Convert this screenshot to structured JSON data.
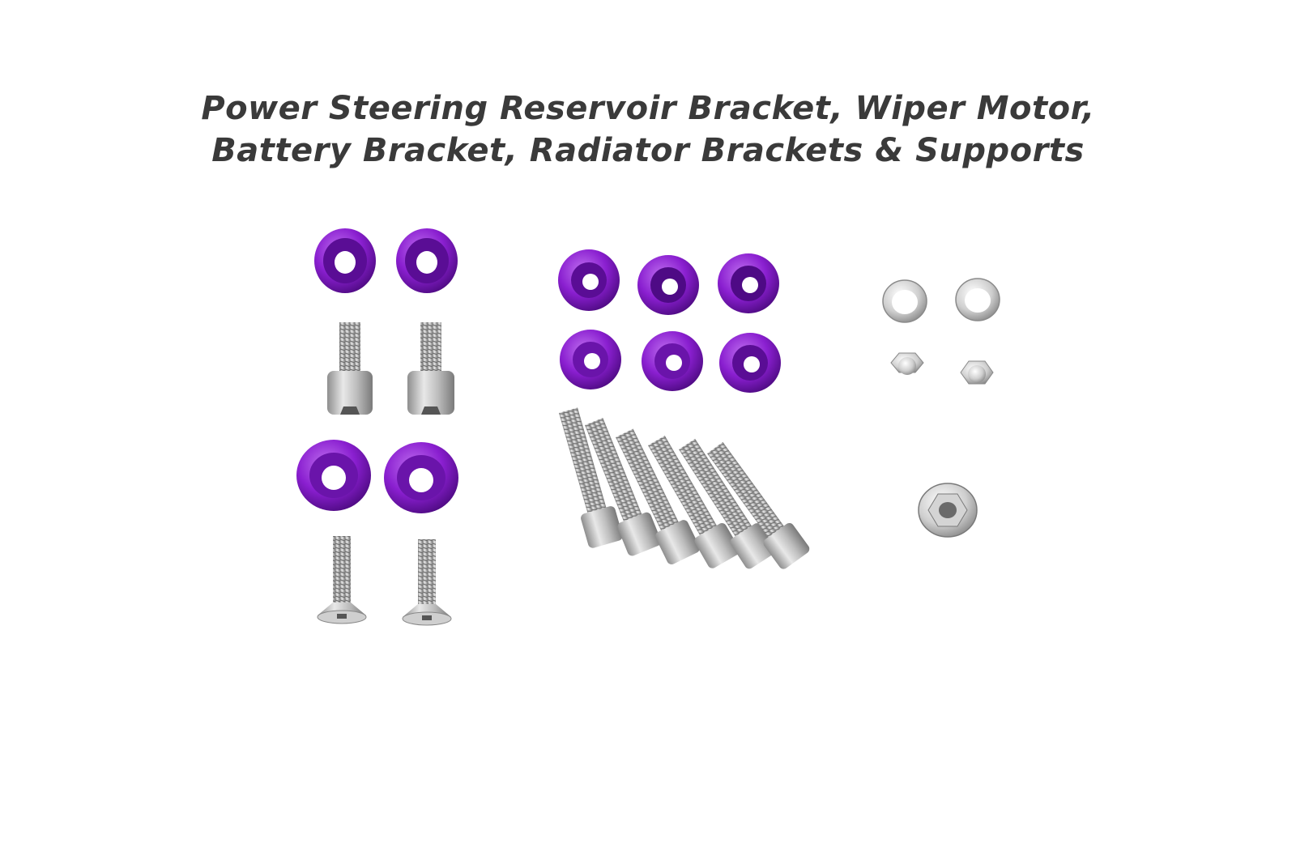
{
  "title": {
    "line1": "Power Steering Reservoir Bracket, Wiper Motor,",
    "line2": "Battery Bracket, Radiator Brackets & Supports"
  },
  "colors": {
    "background": "#ffffff",
    "title_text": "#3a3a3a",
    "anodized_purple": "#8a1fd0",
    "stainless": "#c9c9c9",
    "zinc": "#d8d8d8"
  },
  "parts": {
    "left_group": [
      "cup-washer",
      "cup-washer",
      "socket-cap-bolt",
      "socket-cap-bolt",
      "countersunk-washer",
      "countersunk-washer",
      "flat-head-screw",
      "flat-head-screw"
    ],
    "middle_group": [
      "cone-washer",
      "cone-washer",
      "cone-washer",
      "cone-washer",
      "cone-washer",
      "cone-washer",
      "long-socket-cap-bolt",
      "long-socket-cap-bolt",
      "long-socket-cap-bolt",
      "long-socket-cap-bolt",
      "long-socket-cap-bolt",
      "long-socket-cap-bolt"
    ],
    "right_group": [
      "split-lock-washer",
      "split-lock-washer",
      "acorn-nut",
      "acorn-nut",
      "flange-nut"
    ]
  }
}
